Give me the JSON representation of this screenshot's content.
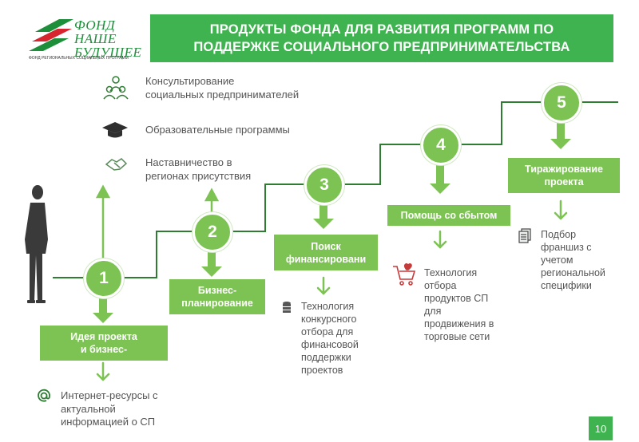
{
  "header": {
    "logo_line1": "ФОНД",
    "logo_line2": "НАШЕ",
    "logo_line3": "БУДУЩЕЕ",
    "logo_tagline": "ФОНД РЕГИОНАЛЬНЫХ СОЦИАЛЬНЫХ ПРОГРАММ",
    "title_line1": "ПРОДУКТЫ ФОНДА ДЛЯ РАЗВИТИЯ ПРОГРАММ ПО",
    "title_line2": "ПОДДЕРЖКЕ СОЦИАЛЬНОГО ПРЕДПРИНИМАТЕЛЬСТВА"
  },
  "services": [
    {
      "icon": "people-group-icon",
      "line1": "Консультирование",
      "line2": "социальных предпринимателей"
    },
    {
      "icon": "graduation-cap-icon",
      "line1": "Образовательные программы",
      "line2": ""
    },
    {
      "icon": "handshake-icon",
      "line1": "Наставничество в",
      "line2": "регионах присутствия"
    }
  ],
  "steps": [
    {
      "num": "1",
      "box_line1": "Идея проекта",
      "box_line2": "и бизнес-",
      "note_icon": "at-sign-icon",
      "note": [
        "Интернет-ресурсы с",
        "актуальной",
        "информацией о СП"
      ]
    },
    {
      "num": "2",
      "box_line1": "Бизнес-",
      "box_line2": "планирование"
    },
    {
      "num": "3",
      "box_line1": "Поиск",
      "box_line2": "финансировани",
      "note_icon": "database-icon",
      "note": [
        "Технология",
        "конкурсного",
        "отбора  для",
        "финансовой",
        "поддержки",
        "проектов"
      ]
    },
    {
      "num": "4",
      "box_line1": "Помощь со сбытом",
      "note_icon": "heart-cart-icon",
      "note": [
        "Технология",
        "отбора",
        "продуктов СП",
        "для",
        "продвижения в",
        "торговые сети"
      ]
    },
    {
      "num": "5",
      "box_line1": "Тиражирование",
      "box_line2": "проекта",
      "note_icon": "documents-icon",
      "note": [
        "Подбор",
        "франшиз с",
        "учетом",
        "региональной",
        "специфики"
      ]
    }
  ],
  "page_number": "10",
  "colors": {
    "title_bg": "#3fb34f",
    "step_green": "#7dc354",
    "line": "#2e7d32",
    "person": "#3a3a3a"
  }
}
